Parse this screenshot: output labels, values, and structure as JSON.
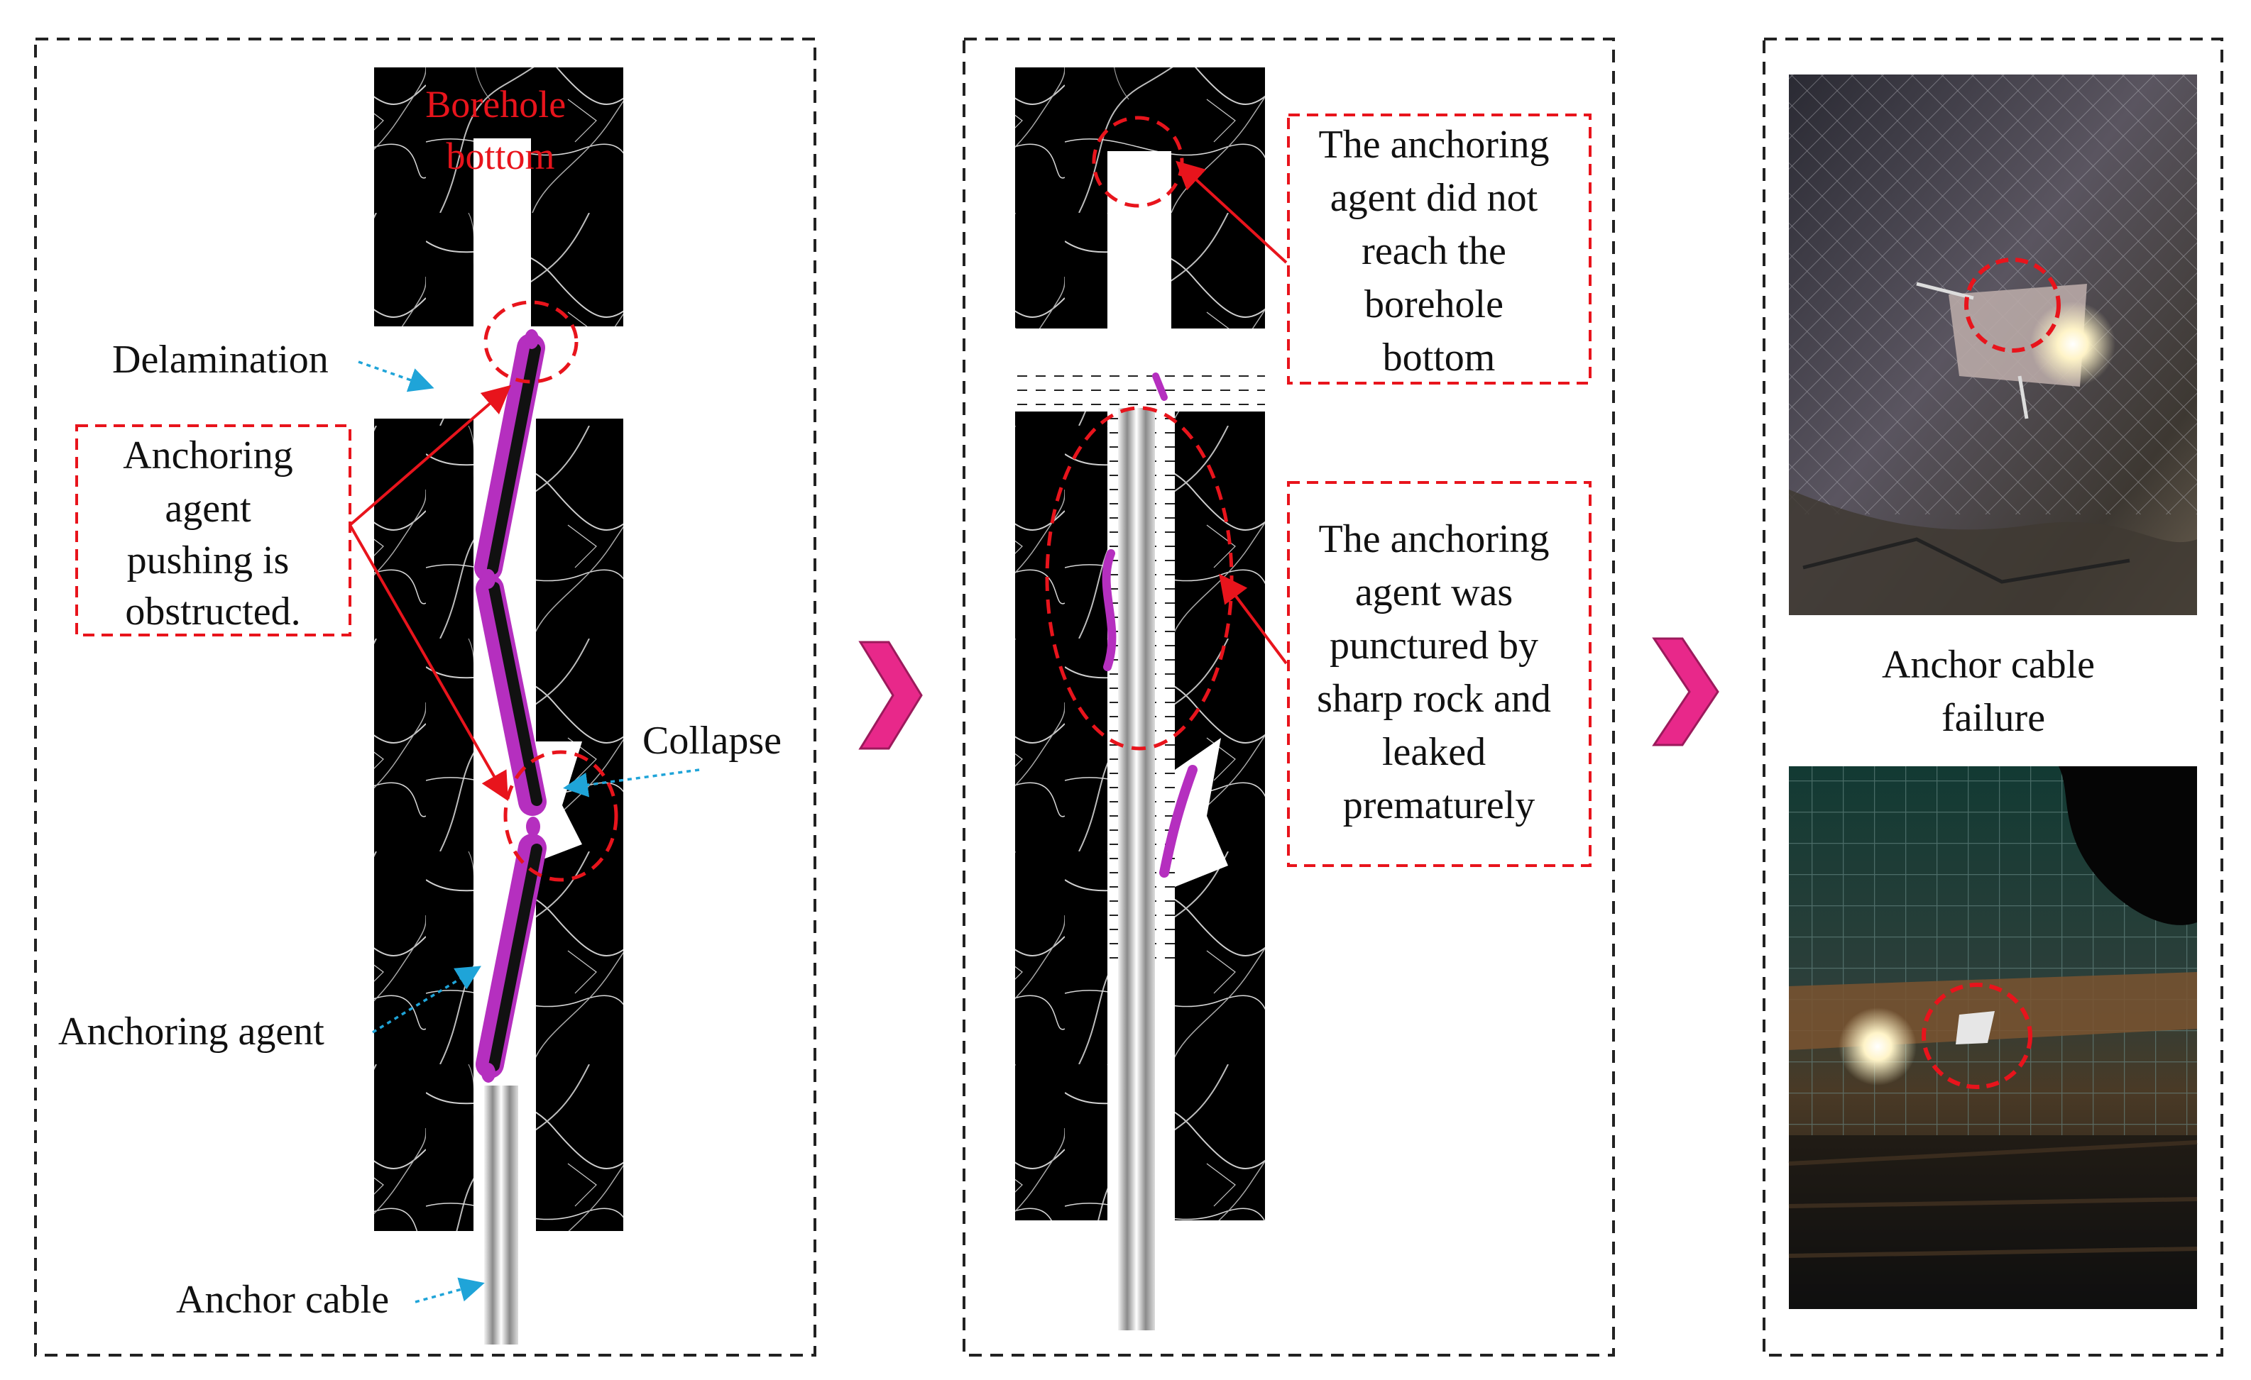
{
  "panel1": {
    "borehole_bottom": [
      "Borehole",
      "bottom"
    ],
    "delamination": "Delamination",
    "pushing_obstructed": [
      "Anchoring",
      "agent",
      "pushing is",
      "obstructed."
    ],
    "collapse": "Collapse",
    "anchoring_agent": "Anchoring agent",
    "anchor_cable": "Anchor cable"
  },
  "panel2": {
    "not_reach": [
      "The anchoring",
      "agent did not",
      "reach the",
      "borehole",
      "bottom"
    ],
    "punctured": [
      "The anchoring",
      "agent was",
      "punctured by",
      "sharp rock and",
      "leaked",
      "prematurely"
    ]
  },
  "panel3": {
    "failure": [
      "Anchor cable",
      "failure"
    ]
  },
  "colors": {
    "accent_red": "#e8141c",
    "arrow_pink": "#e8288a",
    "agent_purple": "#b52fbf",
    "leader_blue": "#1fa4d8",
    "rock_black": "#000000"
  }
}
